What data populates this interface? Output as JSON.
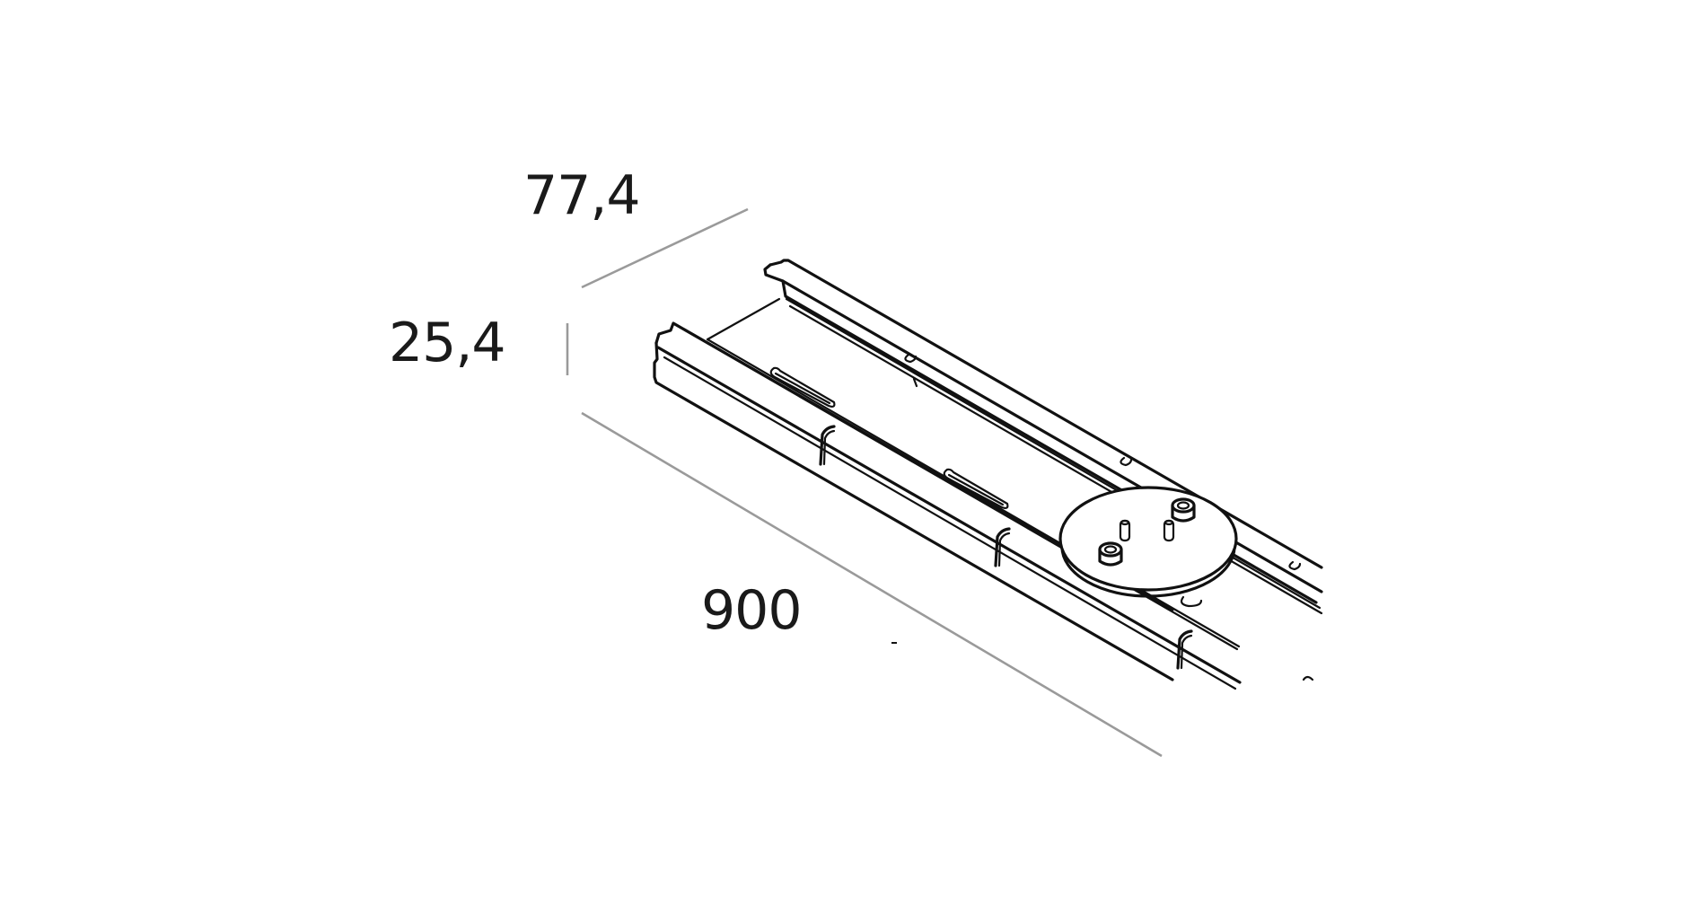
{
  "drawing": {
    "subject": "linear recessed profile channel with round ceiling connector",
    "units": "mm",
    "colors": {
      "background": "#ffffff",
      "outline": "#111111",
      "dimension_line": "#9a9a9a",
      "label_text": "#1a1a1a"
    }
  },
  "dimensions": {
    "depth": {
      "label": "77,4",
      "value": 77.4
    },
    "height": {
      "label": "25,4",
      "value": 25.4
    },
    "length": {
      "label": "900",
      "value": 900
    }
  }
}
